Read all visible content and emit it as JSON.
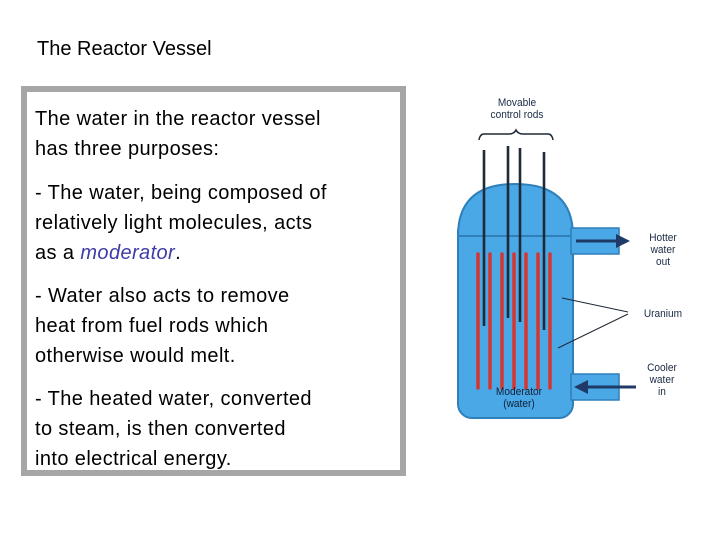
{
  "slide": {
    "title": "The Reactor Vessel"
  },
  "text_box": {
    "intro_line1": "The water in the reactor vessel",
    "intro_line2": "has  three purposes:",
    "point1_line1": "- The water, being composed of",
    "point1_line2": "relatively light molecules, acts",
    "point1_line3_prefix": "as a  ",
    "point1_line3_term": "moderator",
    "point1_line3_suffix": ".",
    "point2_line1": "- Water also acts to remove",
    "point2_line2": "heat from fuel rods which",
    "point2_line3": "otherwise would melt.",
    "point3_line1": "- The heated water, converted",
    "point3_line2": "to steam, is then converted",
    "point3_line3": "into electrical energy."
  },
  "diagram": {
    "label_control_rods_line1": "Movable",
    "label_control_rods_line2": "control rods",
    "label_hot_out_line1": "Hotter",
    "label_hot_out_line2": "water",
    "label_hot_out_line3": "out",
    "label_uranium": "Uranium",
    "label_cool_in_line1": "Cooler",
    "label_cool_in_line2": "water",
    "label_cool_in_line3": "in",
    "label_moderator_line1": "Moderator",
    "label_moderator_line2": "(water)",
    "colors": {
      "vessel_fill": "#4aa8e6",
      "vessel_stroke": "#2f7fb8",
      "fuel_rod": "#d9332b",
      "control_rod": "#1f2a36",
      "arrow": "#1f3a66"
    }
  }
}
